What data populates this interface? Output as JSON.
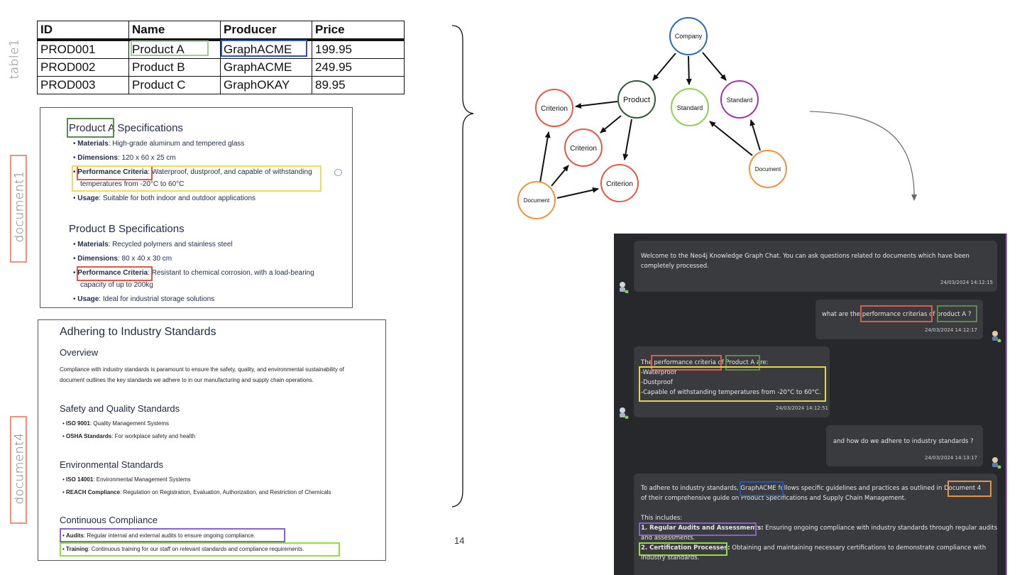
{
  "labels": {
    "table1": "table1",
    "document1": "document1",
    "document4": "document4",
    "page_number": "14"
  },
  "table1": {
    "headers": [
      "ID",
      "Name",
      "Producer",
      "Price"
    ],
    "rows": [
      [
        "PROD001",
        "Product A",
        "GraphACME",
        "199.95"
      ],
      [
        "PROD002",
        "Product B",
        "GraphACME",
        "249.95"
      ],
      [
        "PROD003",
        "Product C",
        "GraphOKAY",
        "89.95"
      ]
    ]
  },
  "document1": {
    "a_title": "Product A Specifications",
    "a_items": [
      {
        "k": "Materials",
        "v": ": High-grade aluminum and tempered glass"
      },
      {
        "k": "Dimensions",
        "v": ": 120 x 60 x 25 cm"
      },
      {
        "k": "Performance Criteria",
        "v": ": Waterproof, dustproof, and capable of withstanding"
      },
      {
        "k": "",
        "v": "temperatures from -20°C to 60°C"
      },
      {
        "k": "Usage",
        "v": ": Suitable for both indoor and outdoor applications"
      }
    ],
    "b_title": "Product B Specifications",
    "b_items": [
      {
        "k": "Materials",
        "v": ": Recycled polymers and stainless steel"
      },
      {
        "k": "Dimensions",
        "v": ": 80 x 40 x 30 cm"
      },
      {
        "k": "Performance Criteria",
        "v": ": Resistant to chemical corrosion, with a load-bearing"
      },
      {
        "k": "",
        "v": "capacity of up to 200kg"
      },
      {
        "k": "Usage",
        "v": ": Ideal for industrial storage solutions"
      }
    ]
  },
  "document4": {
    "title": "Adhering to Industry Standards",
    "overview_h": "Overview",
    "overview_1": "Compliance with industry standards is paramount to ensure the safety, quality, and environmental sustainability of",
    "overview_2": "document outlines the key standards we adhere to in our manufacturing and supply chain operations.",
    "safety_h": "Safety and Quality Standards",
    "safety_items": [
      {
        "k": "ISO 9001",
        "v": ": Quality Management Systems"
      },
      {
        "k": "OSHA Standards",
        "v": ": For workplace safety and health"
      }
    ],
    "env_h": "Environmental Standards",
    "env_items": [
      {
        "k": "ISO 14001",
        "v": ": Environmental Management Systems"
      },
      {
        "k": "REACH Compliance",
        "v": ": Regulation on Registration, Evaluation, Authorization, and Restriction of Chemicals"
      }
    ],
    "cont_h": "Continuous Compliance",
    "cont_items": [
      {
        "k": "Audits",
        "v": ": Regular internal and external audits to ensure ongoing compliance."
      },
      {
        "k": "Training",
        "v": ": Continuous training for our staff on relevant standards and compliance requirements."
      }
    ]
  },
  "graph": {
    "nodes": {
      "company": "Company",
      "product": "Product",
      "criterion1": "Criterion",
      "criterion2": "Criterion",
      "criterion3": "Criterion",
      "standard1": "Standard",
      "standard2": "Standard",
      "document1": "Document",
      "document2": "Document"
    },
    "colors": {
      "company": "#2b6cb5",
      "product": "#2f5a3c",
      "criterion": "#e05a47",
      "standard1": "#8fd14f",
      "standard2": "#a335a8",
      "document": "#f0923a"
    }
  },
  "chat": {
    "m1_l1": "Welcome to the Neo4j Knowledge Graph Chat. You can ask questions related to documents which have been",
    "m1_l2": "completely processed.",
    "m1_ts": "24/03/2024 14:12:15",
    "m2_a": "what are the ",
    "m2_b": "performance criterias",
    "m2_c": " of ",
    "m2_d": "product A",
    "m2_e": " ?",
    "m2_ts": "24/03/2024 14:12:17",
    "m3_a": "The ",
    "m3_b": "performance criteria",
    "m3_c": " of ",
    "m3_d": "Product A",
    "m3_e": " are:",
    "m3_l2": "-Waterproof",
    "m3_l3": "-Dustproof",
    "m3_l4": "-Capable of withstanding temperatures from -20°C to 60°C.",
    "m3_ts": "24/03/2024 14:12:51",
    "m4": "and how do we adhere to industry standards ?",
    "m4_ts": "24/03/2024 14:13:17",
    "m5_a": "To adhere to industry standards, ",
    "m5_b": "GraphACME",
    "m5_c": " follows specific guidelines and practices as outlined in ",
    "m5_d": "Document 4",
    "m5_l2": "of their comprehensive guide on Product Specifications and Supply Chain Management.",
    "m5_l3": "This includes:",
    "m5_l4_a": "1. Regular Audits and Assessments:",
    "m5_l4_b": " Ensuring ongoing compliance with industry standards through regular audits",
    "m5_l5": "and assessments.",
    "m5_l6_a": "2. Certification Processes:",
    "m5_l6_b": " Obtaining and maintaining necessary certifications to demonstrate compliance with",
    "m5_l7": "industry standards."
  }
}
